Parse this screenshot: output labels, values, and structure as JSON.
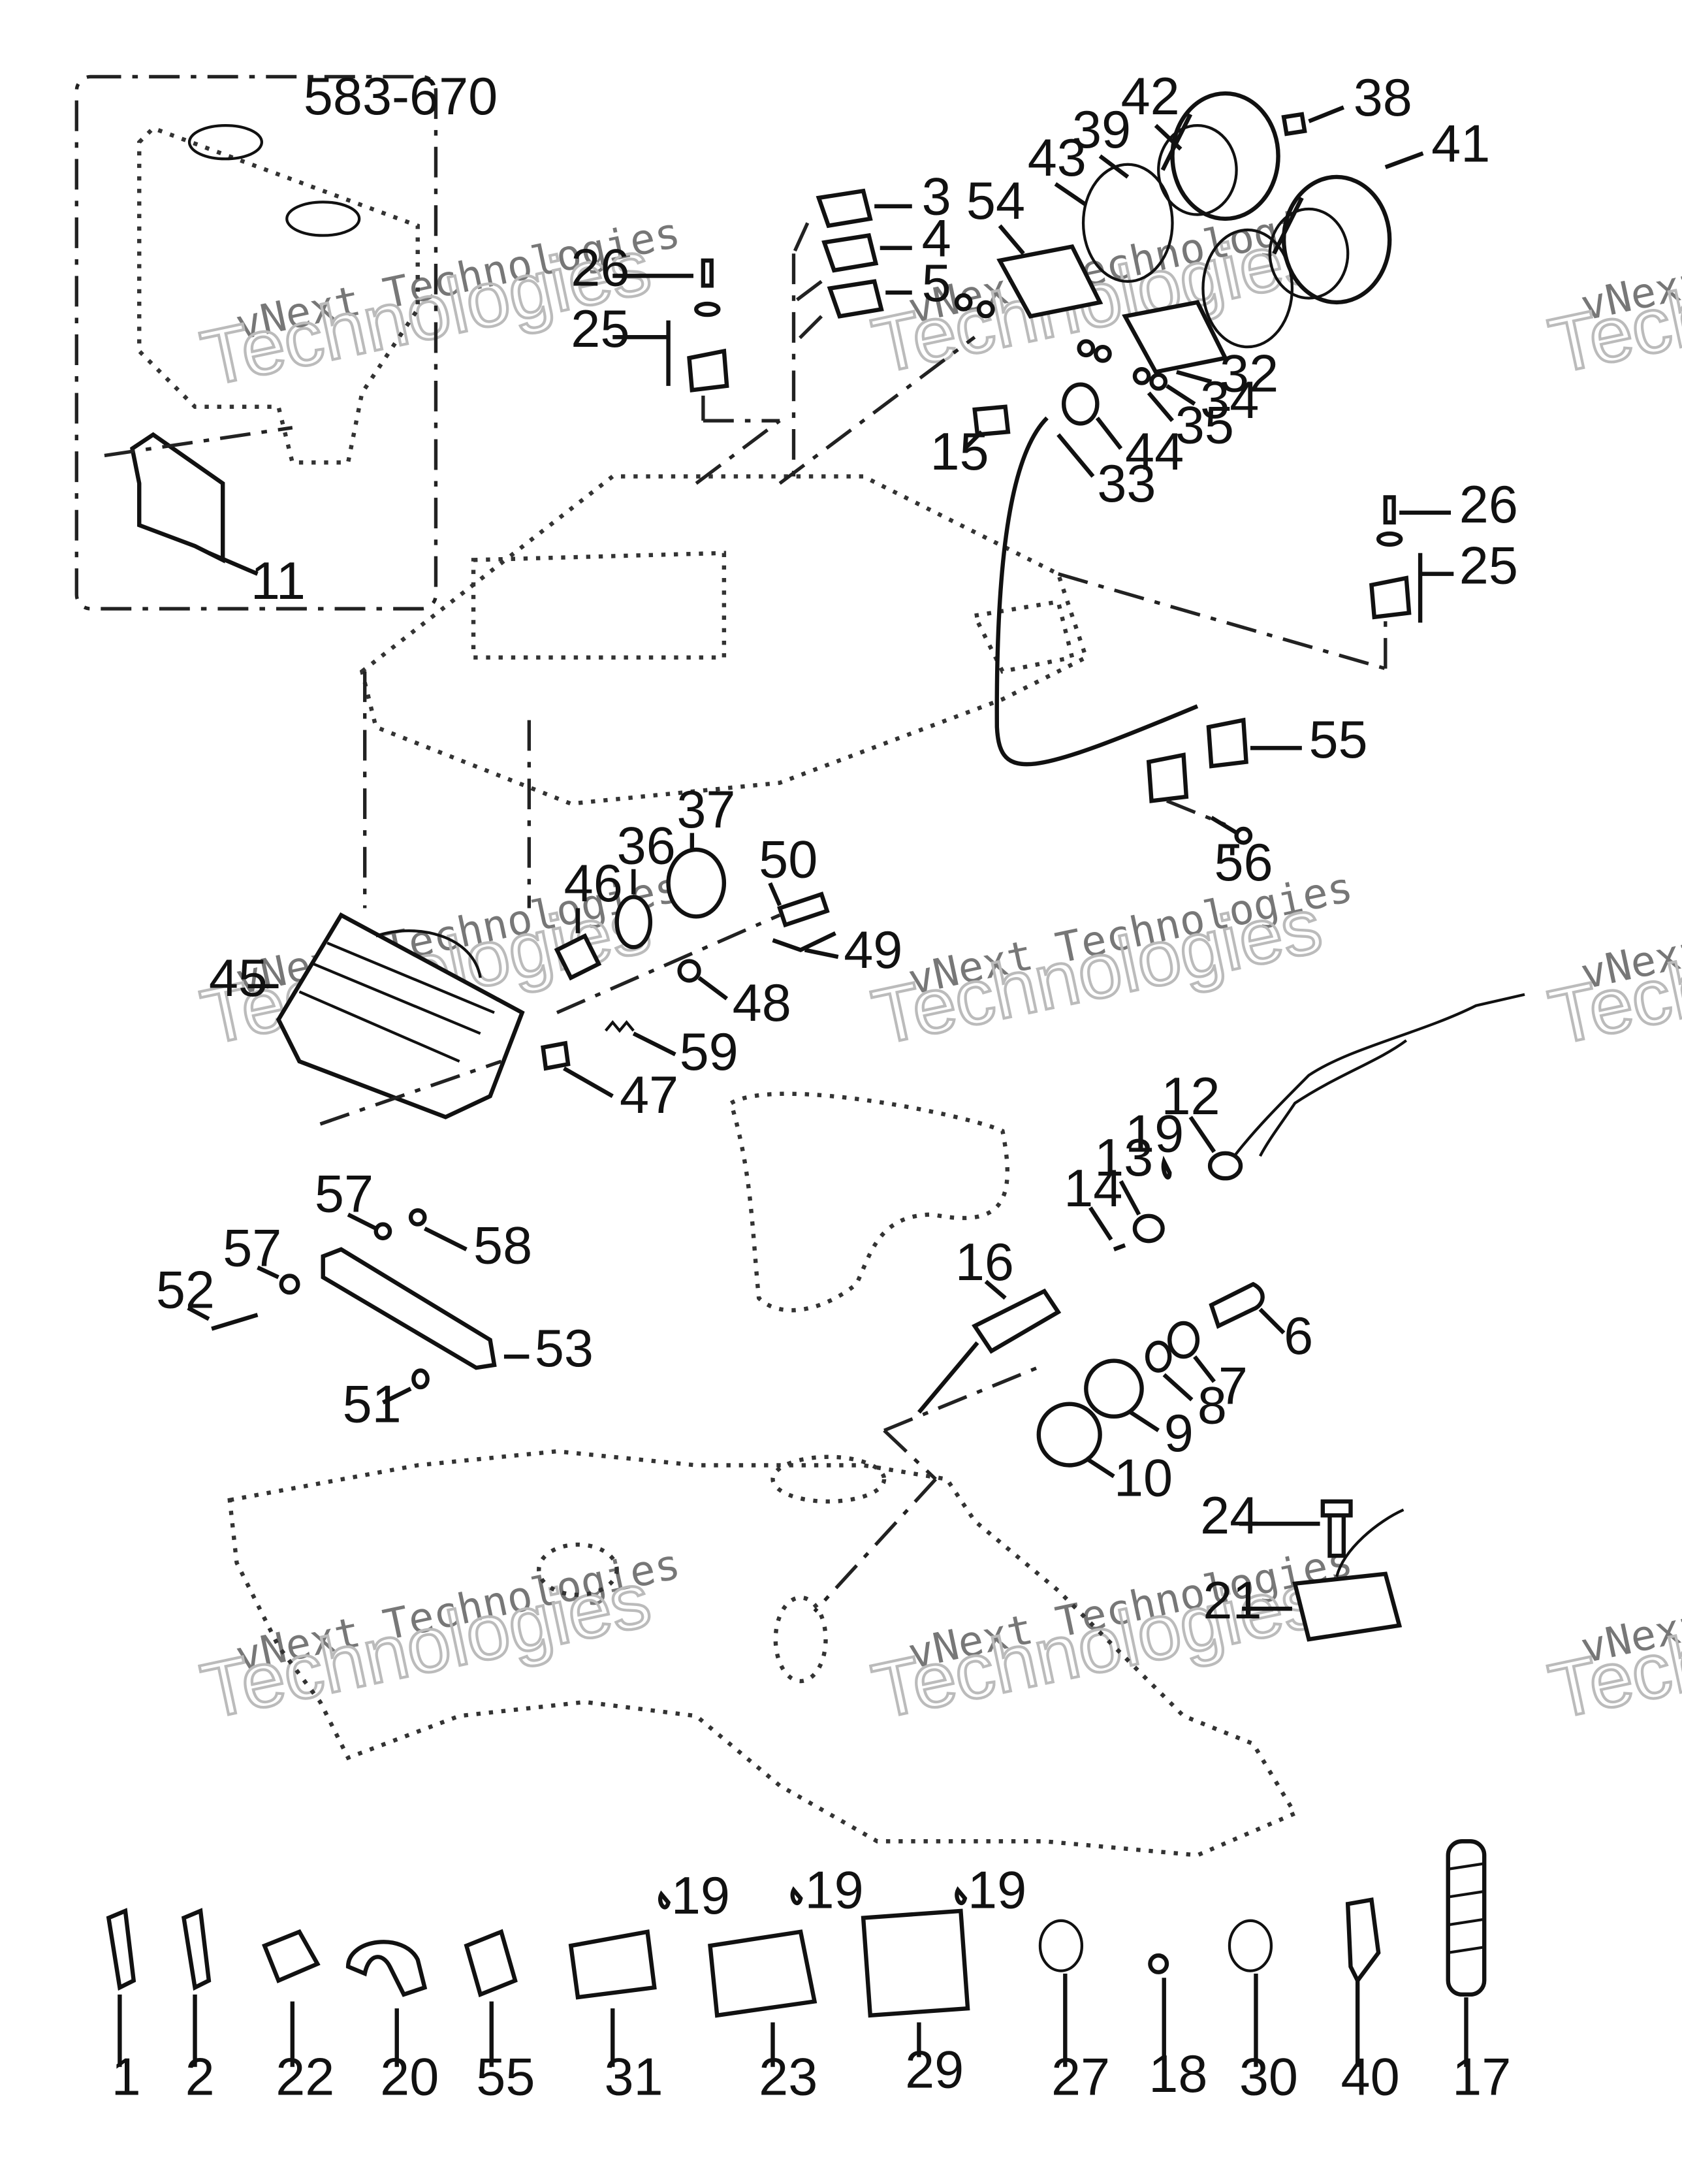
{
  "variant_label": "583-670",
  "watermark": {
    "line1": "vNext Technologies",
    "line2": "Technologies"
  },
  "callouts": {
    "c3": "3",
    "c4": "4",
    "c5": "5",
    "c26a": "26",
    "c25a": "25",
    "c54": "54",
    "c43": "43",
    "c39": "39",
    "c42": "42",
    "c38": "38",
    "c41": "41",
    "c32": "32",
    "c34": "34",
    "c35": "35",
    "c15": "15",
    "c44": "44",
    "c33": "33",
    "c26b": "26",
    "c25b": "25",
    "c11": "11",
    "c55a": "55",
    "c56": "56",
    "c37": "37",
    "c36": "36",
    "c46": "46",
    "c50": "50",
    "c49": "49",
    "c45": "45",
    "c48": "48",
    "c59": "59",
    "c47": "47",
    "c12": "12",
    "c19": "19",
    "c13": "13",
    "c14": "14",
    "c16": "16",
    "c6": "6",
    "c7": "7",
    "c8": "8",
    "c9": "9",
    "c10": "10",
    "c57a": "57",
    "c58": "58",
    "c57b": "57",
    "c52": "52",
    "c53": "53",
    "c51": "51",
    "c24": "24",
    "c21": "21",
    "c19a": "19",
    "c19b": "19",
    "c19c": "19",
    "b1": "1",
    "b2": "2",
    "b22": "22",
    "b20": "20",
    "b55": "55",
    "b31": "31",
    "b23": "23",
    "b29": "29",
    "b27": "27",
    "b18": "18",
    "b30": "30",
    "b40": "40",
    "b17": "17"
  }
}
